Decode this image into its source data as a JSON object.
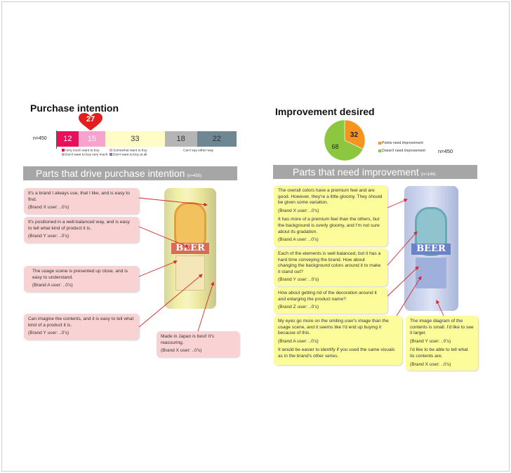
{
  "left": {
    "title": "Purchase intention",
    "n_label": "n=450",
    "callout_value": "27",
    "band_title": "Parts that drive purchase intention",
    "band_note": "(n=450)",
    "comments": [
      {
        "text": "It's a brand I always use, that I like, and is easy to find.",
        "user": "(Brand X user: ..0's)"
      },
      {
        "text": "It's positioned in a well-balanced way, and is easy to tell what kind of product it is.",
        "user": "(Brand Y user: ..0's)"
      },
      {
        "text": "The usage scene is presented up close, and is easy to understand.",
        "user": "(Brand A user: ..0's)"
      },
      {
        "text": "Can imagine the contents, and it is easy to tell what kind of a product it is.",
        "user": "(Brand Y user: ..0's)"
      },
      {
        "text": "Made in Japan is best! It's reassuring.",
        "user": "(Brand X user: ..0's)"
      }
    ]
  },
  "right": {
    "title": "Improvement desired",
    "n_label": "n=450",
    "band_title": "Parts that  need improvement",
    "band_note": "(n=144)",
    "comments": [
      {
        "text": "The overall colors have a premium feel and are good. However, they're a little gloomy. They should be given some variation.",
        "user": "(Brand X user: ..0's)",
        "text2": "It has more of a premium feel than the others, but the background is overly gloomy, and I'm not sure about its gradation.",
        "user2": "(Brand A user: ..0's)"
      },
      {
        "text": "Each of the elements is well balanced, but it has a hard time conveying the brand. How about changing the background colors around it to make it stand out?",
        "user": "(Brand Y user: ..0's)"
      },
      {
        "text": "How about getting rid of the decoration around it and enlarging the product name?",
        "user": "(Brand Z user: ..0's)"
      },
      {
        "text": "My eyes go more on the smiling user's image than the usage scene, and it seems like I'd end up buying it because of this.",
        "user": "(Brand A user: ..0's)",
        "text2": "It would be easier to identify if you used the same visuals as in the brand's other series.",
        "user2": ""
      },
      {
        "text": "The image diagram of the contents is small. I'd like to see it larger.",
        "user": "(Brand Y user: ..0's)",
        "text2": "I'd like to be able to tell what its contents are.",
        "user2": "(Brand X user: ..0's)"
      }
    ]
  },
  "colors": {
    "very_much": "#e8105a",
    "somewhat": "#f6a3cd",
    "cant_say": "#fffcc8",
    "not_very": "#b5b5b5",
    "not_at_all": "#6e8793",
    "need_improve": "#f7941d",
    "no_need": "#8dc63f",
    "heart": "#e21e1e"
  },
  "chart_data": [
    {
      "type": "bar",
      "orientation": "horizontal-stacked",
      "title": "Purchase intention",
      "categories": [
        "n=450"
      ],
      "series": [
        {
          "name": "Very much want to buy",
          "values": [
            12
          ]
        },
        {
          "name": "Somewhat want to buy",
          "values": [
            15
          ]
        },
        {
          "name": "Can't say either way",
          "values": [
            33
          ]
        },
        {
          "name": "Don't want to buy very much",
          "values": [
            18
          ]
        },
        {
          "name": "Don't want to buy at all",
          "values": [
            22
          ]
        }
      ],
      "xlim": [
        0,
        100
      ],
      "legend": "bottom"
    },
    {
      "type": "pie",
      "title": "Improvement desired",
      "labels": [
        "Points need improvement",
        "Doesn't need improvement"
      ],
      "values": [
        32,
        68
      ],
      "legend": "right"
    }
  ]
}
